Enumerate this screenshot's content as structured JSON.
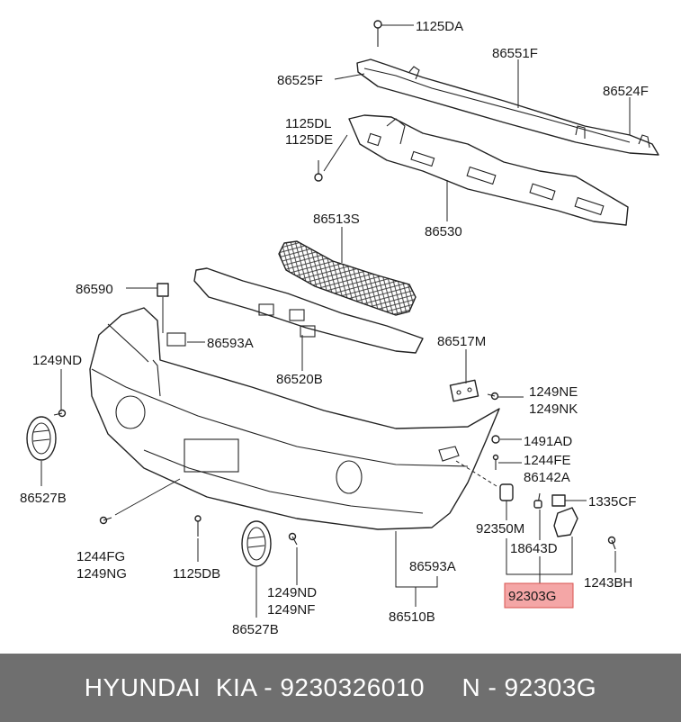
{
  "labels": {
    "p1125DA": "1125DA",
    "p86551F": "86551F",
    "p86525F": "86525F",
    "p86524F": "86524F",
    "p1125DL": "1125DL",
    "p1125DE": "1125DE",
    "p86530": "86530",
    "p86513S": "86513S",
    "p86590": "86590",
    "p86593A_top": "86593A",
    "p86520B": "86520B",
    "p1249ND_left": "1249ND",
    "p86517M": "86517M",
    "p1249NE": "1249NE",
    "p1249NK": "1249NK",
    "p1491AD": "1491AD",
    "p1244FE": "1244FE",
    "p86142A": "86142A",
    "p1335CF": "1335CF",
    "p92350M": "92350M",
    "p18643D": "18643D",
    "p92303G": "92303G",
    "p1243BH": "1243BH",
    "p86527B_left": "86527B",
    "p1244FG": "1244FG",
    "p1249NG": "1249NG",
    "p1125DB": "1125DB",
    "p86593A_bottom": "86593A",
    "p1249ND_bottom": "1249ND",
    "p1249NF": "1249NF",
    "p86527B_bottom": "86527B",
    "p86510B": "86510B"
  },
  "highlight": {
    "color": "#f4a6a6"
  },
  "footer": {
    "text": "HYUNDAI  KIA - 9230326010     N - 92303G"
  }
}
